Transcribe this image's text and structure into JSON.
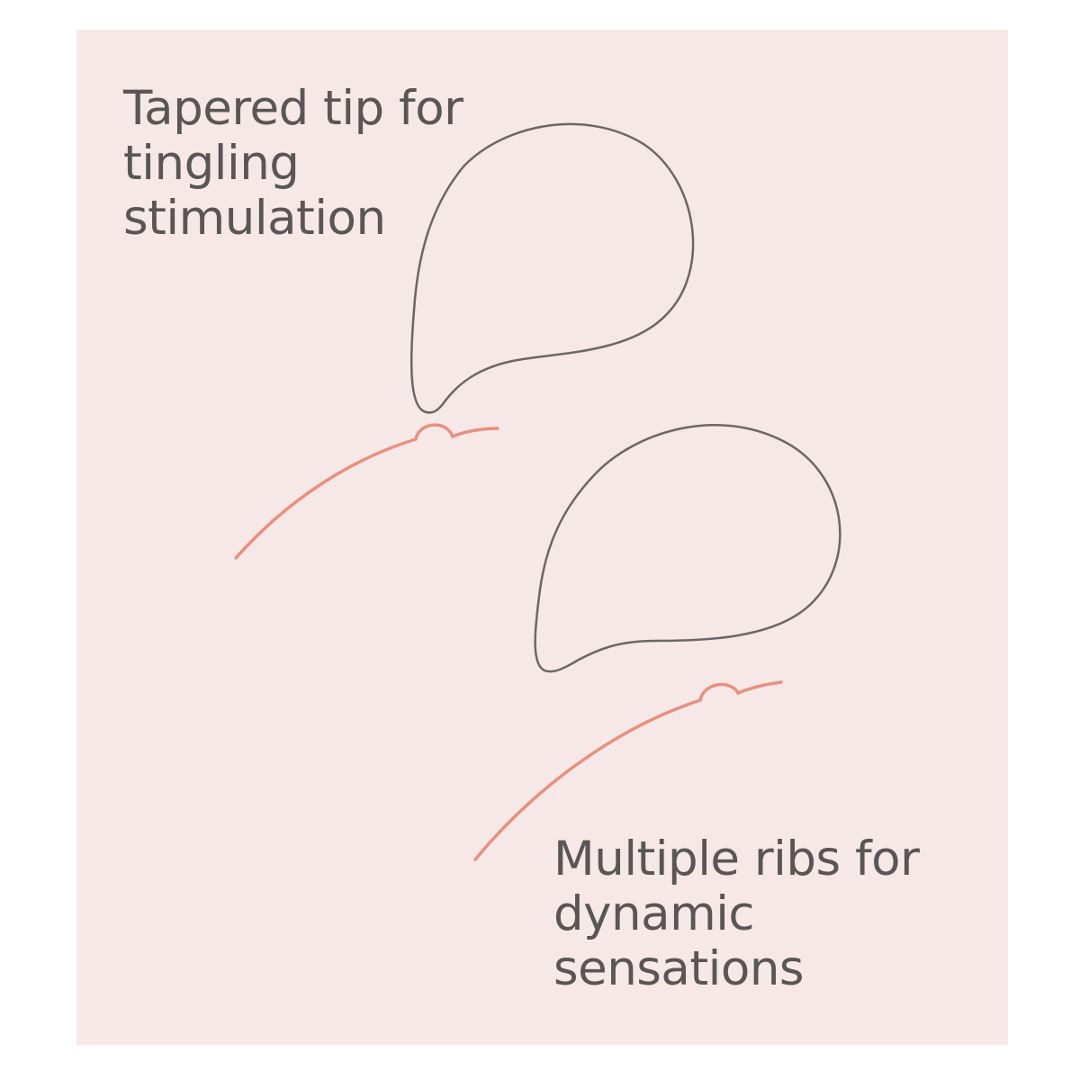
{
  "captions": {
    "top": {
      "lines": [
        "Tapered tip for",
        "tingling",
        "stimulation"
      ]
    },
    "bottom": {
      "lines": [
        "Multiple ribs for",
        "dynamic",
        "sensations"
      ]
    }
  },
  "colors": {
    "background": "#ffffff",
    "panel": "#f6e8e6",
    "text": "#5a5556",
    "outline": "#6b6768",
    "body_curve": "#e8907e"
  }
}
